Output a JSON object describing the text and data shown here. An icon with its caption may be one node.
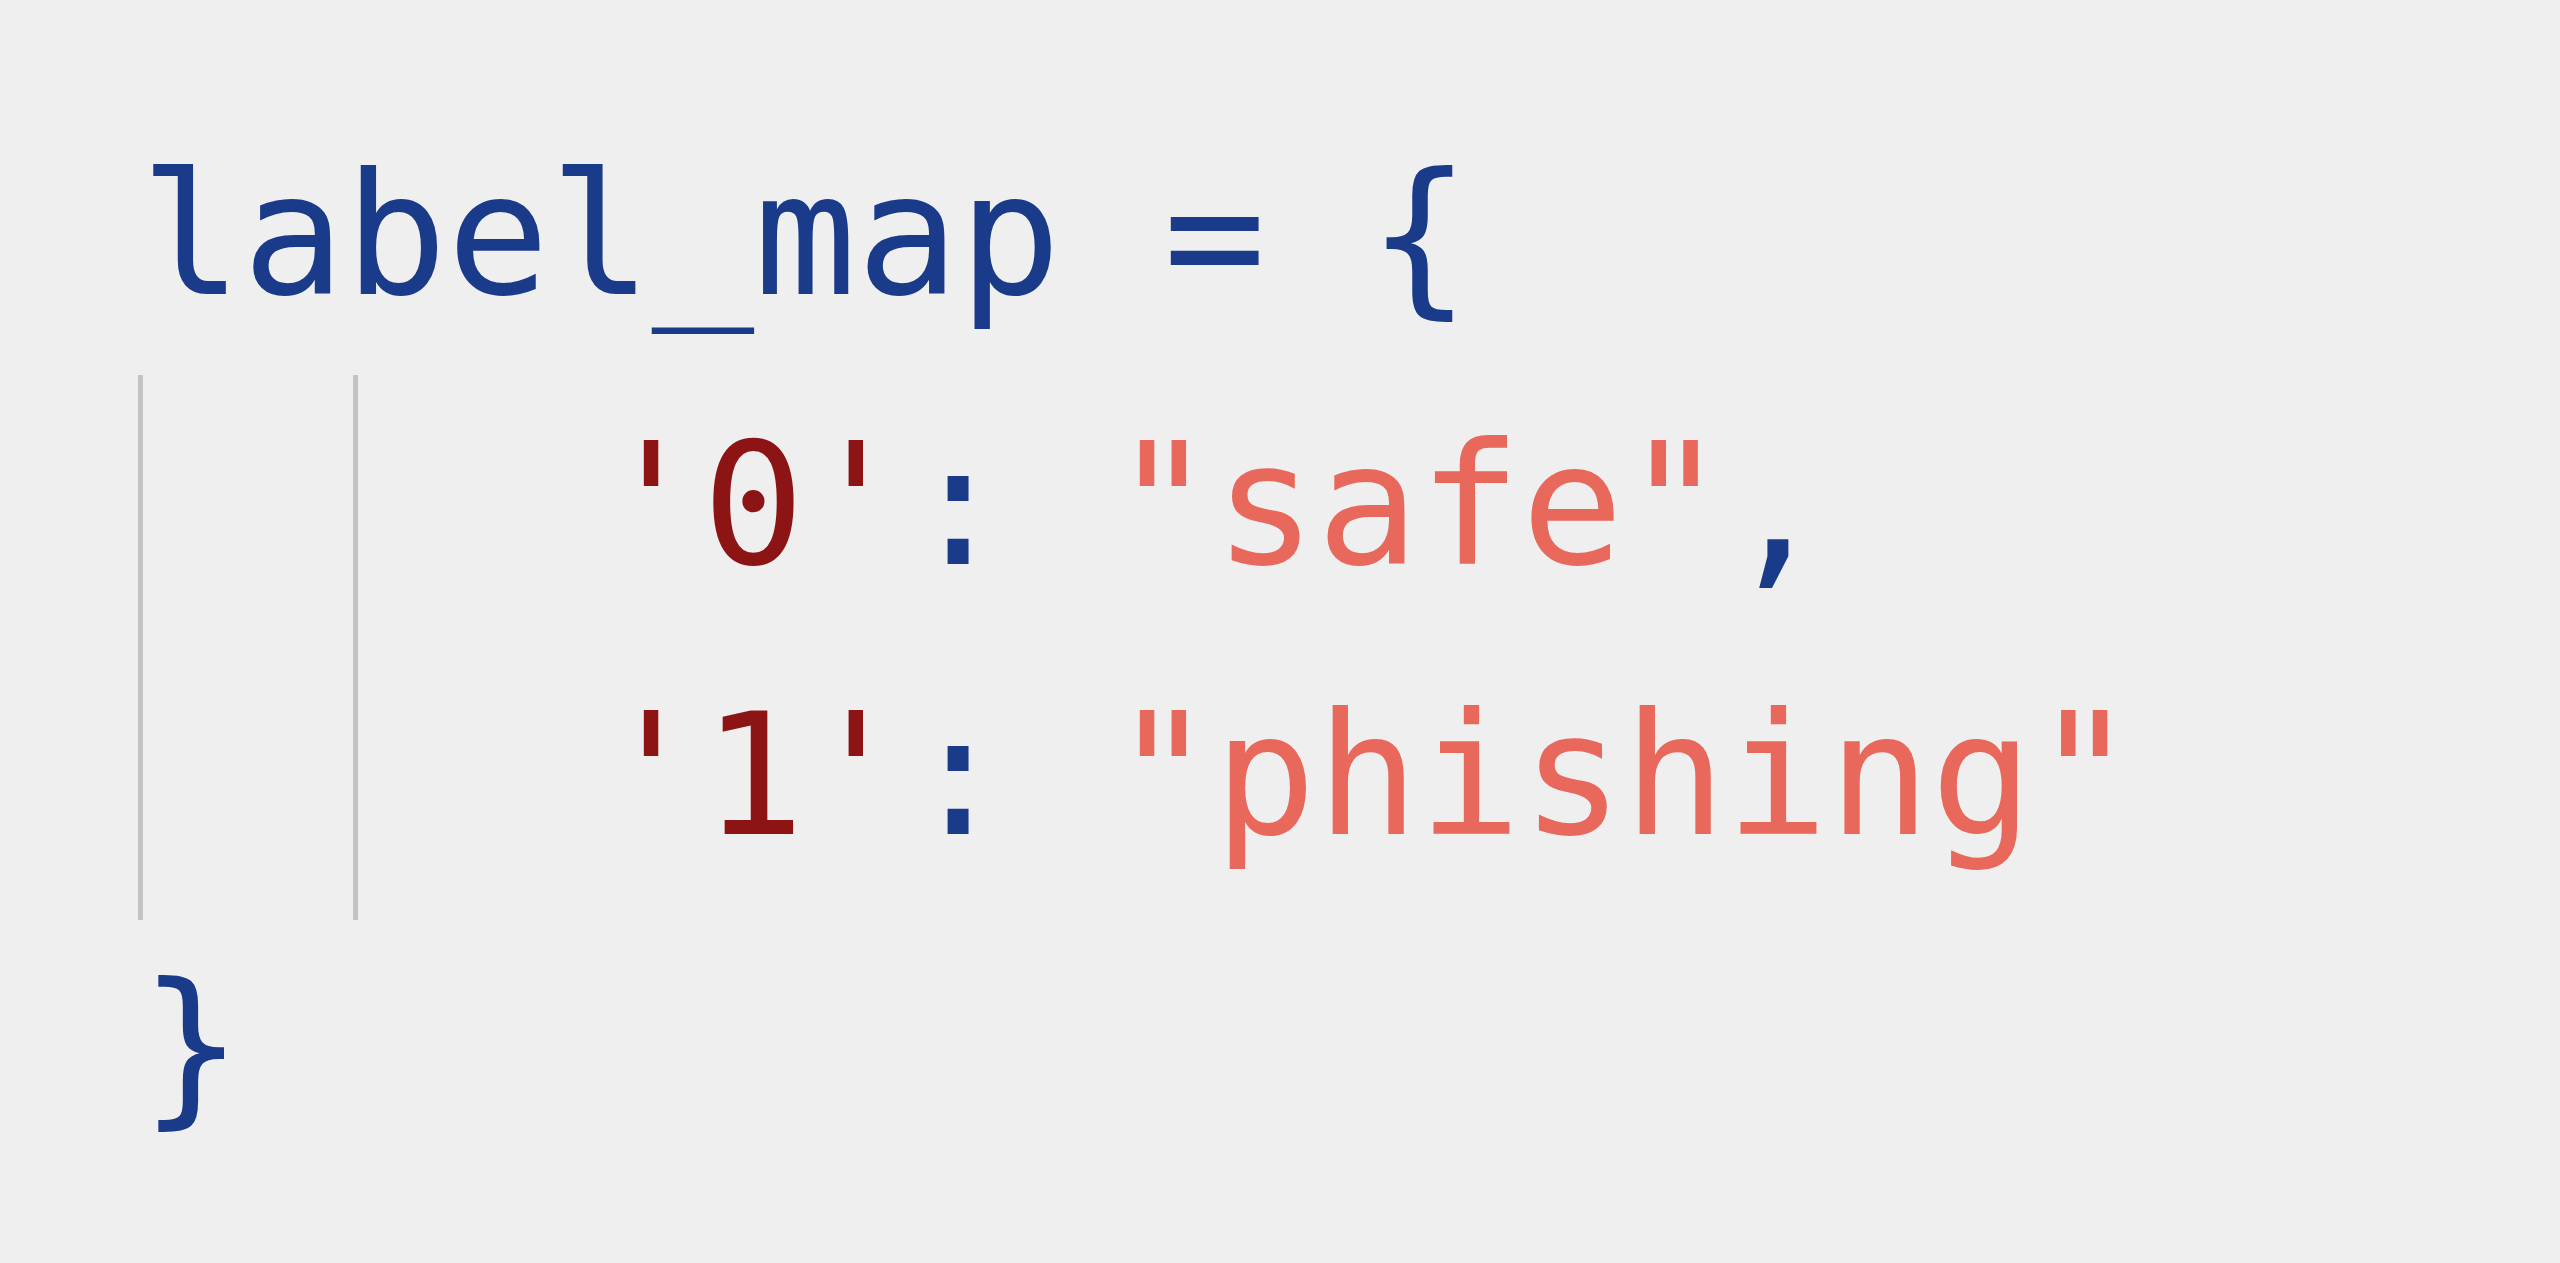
{
  "diagram": {
    "labels": [
      "label_map = {",
      "'0': \"safe\",",
      "'1': \"phishing\"",
      "}"
    ]
  }
}
